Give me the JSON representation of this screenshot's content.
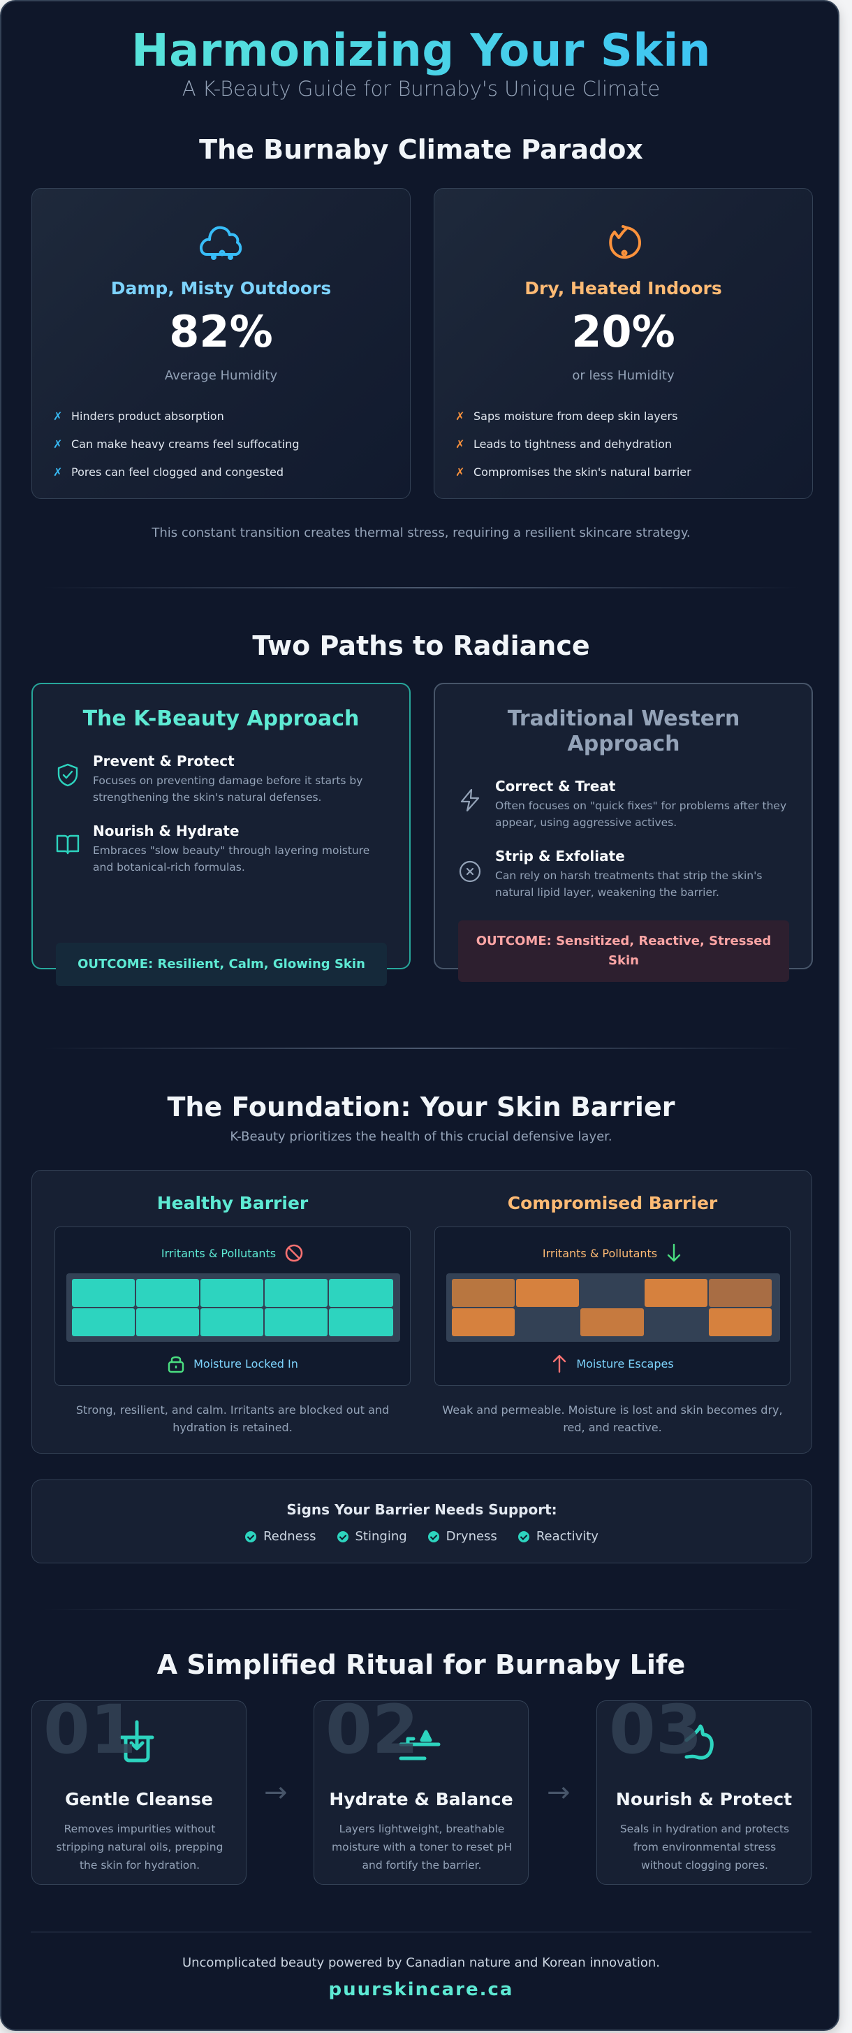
{
  "header": {
    "title": "Harmonizing Your Skin",
    "subtitle": "A K-Beauty Guide for Burnaby's Unique Climate"
  },
  "climate": {
    "title": "The Burnaby Climate Paradox",
    "cards": [
      {
        "icon": "cloud-icon",
        "title": "Damp, Misty Outdoors",
        "value": "82%",
        "label": "Average Humidity",
        "accent": "#7dd3fc",
        "bullet_color": "#38bdf8",
        "bullet": "✗",
        "items": [
          "Hinders product absorption",
          "Can make heavy creams feel suffocating",
          "Pores can feel clogged and congested"
        ]
      },
      {
        "icon": "dry-heat-icon",
        "title": "Dry, Heated Indoors",
        "value": "20%",
        "label": "or less Humidity",
        "accent": "#fdba74",
        "bullet_color": "#fb923c",
        "bullet": "✗",
        "items": [
          "Saps moisture from deep skin layers",
          "Leads to tightness and dehydration",
          "Compromises the skin's natural barrier"
        ]
      }
    ],
    "note": "This constant transition creates thermal stress, requiring a resilient skincare strategy."
  },
  "paths": {
    "title": "Two Paths to Radiance",
    "kbeauty": {
      "title": "The K-Beauty Approach",
      "color": "#5eead4",
      "features": [
        {
          "icon": "shield-check-icon",
          "title": "Prevent & Protect",
          "desc": "Focuses on preventing damage before it starts by strengthening the skin's natural defenses."
        },
        {
          "icon": "open-book-icon",
          "title": "Nourish & Hydrate",
          "desc": "Embraces \"slow beauty\" through layering moisture and botanical-rich formulas."
        }
      ],
      "outcome": "OUTCOME: Resilient, Calm, Glowing Skin"
    },
    "western": {
      "title": "Traditional Western Approach",
      "color": "#94a3b8",
      "features": [
        {
          "icon": "lightning-icon",
          "title": "Correct & Treat",
          "desc": "Often focuses on \"quick fixes\" for problems after they appear, using aggressive actives."
        },
        {
          "icon": "x-circle-icon",
          "title": "Strip & Exfoliate",
          "desc": "Can rely on harsh treatments that strip the skin's natural lipid layer, weakening the barrier."
        }
      ],
      "outcome": "OUTCOME: Sensitized, Reactive, Stressed Skin"
    }
  },
  "barrier": {
    "title": "The Foundation: Your Skin Barrier",
    "subtitle": "K-Beauty prioritizes the health of this crucial defensive layer.",
    "healthy": {
      "title": "Healthy Barrier",
      "color": "#5eead4",
      "top_label": "Irritants & Pollutants",
      "top_icon": "blocked-icon",
      "bottom_label": "Moisture Locked In",
      "bottom_icon": "lock-icon",
      "desc": "Strong, resilient, and calm. Irritants are blocked out and hydration is retained."
    },
    "compromised": {
      "title": "Compromised Barrier",
      "color": "#fdba74",
      "top_label": "Irritants & Pollutants",
      "top_icon": "arrow-down-icon",
      "bottom_label": "Moisture Escapes",
      "bottom_icon": "arrow-up-icon",
      "desc": "Weak and permeable. Moisture is lost and skin becomes dry, red, and reactive."
    },
    "signs": {
      "title": "Signs Your Barrier Needs Support:",
      "items": [
        "Redness",
        "Stinging",
        "Dryness",
        "Reactivity"
      ]
    }
  },
  "ritual": {
    "title": "A Simplified Ritual for Burnaby Life",
    "steps": [
      {
        "num": "01",
        "icon": "cleanse-basin-icon",
        "title": "Gentle Cleanse",
        "desc": "Removes impurities without stripping natural oils, prepping the skin for hydration."
      },
      {
        "num": "02",
        "icon": "hydrate-layers-icon",
        "title": "Hydrate & Balance",
        "desc": "Layers lightweight, breathable moisture with a toner to reset pH and fortify the barrier."
      },
      {
        "num": "03",
        "icon": "protect-hand-icon",
        "title": "Nourish & Protect",
        "desc": "Seals in hydration and protects from environmental stress without clogging pores."
      }
    ],
    "arrow": "→"
  },
  "footer": {
    "tagline": "Uncomplicated beauty powered by Canadian nature and Korean innovation.",
    "link": "puurskincare.ca"
  }
}
